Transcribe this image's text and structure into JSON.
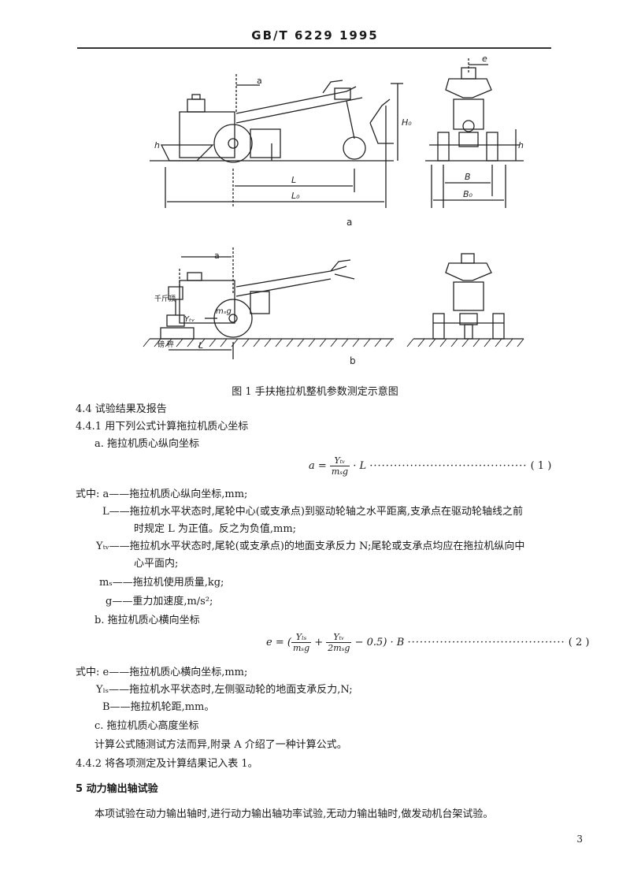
{
  "header": {
    "standard": "GB/T 6229  1995"
  },
  "figure": {
    "sub_a": "a",
    "sub_b": "b",
    "caption": "图 1   手扶拖拉机整机参数测定示意图",
    "labels": {
      "a_top": "a",
      "L": "L",
      "L0": "L₀",
      "H": "H₀",
      "h": "h",
      "e": "e",
      "B": "B",
      "B0": "B₀",
      "b_a": "a",
      "jack": "千斤顶",
      "scale": "磅  秤",
      "Ytw": "Yₜᵥ",
      "mg": "mₛg",
      "bL": "L"
    }
  },
  "section_4_4": "4.4   试验结果及报告",
  "section_4_4_1": "4.4.1   用下列公式计算拖拉机质心坐标",
  "item_a": "a.   拖拉机质心纵向坐标",
  "formula1": {
    "lhs": "a = ",
    "num": "Yₜᵥ",
    "den": "mₛg",
    "rhs": " · L",
    "dots": "·······································",
    "no": "( 1 )"
  },
  "where1": [
    {
      "sym": "式中: a——",
      "text": "拖拉机质心纵向坐标,mm;"
    },
    {
      "sym": "L——",
      "text": "拖拉机水平状态时,尾轮中心(或支承点)到驱动轮轴之水平距离,支承点在驱动轮轴线之前"
    },
    {
      "sym": "",
      "text": "时规定 L 为正值。反之为负值,mm;"
    },
    {
      "sym": "Yₜᵥ——",
      "text": "拖拉机水平状态时,尾轮(或支承点)的地面支承反力 N;尾轮或支承点均应在拖拉机纵向中"
    },
    {
      "sym": "",
      "text": "心平面内;"
    },
    {
      "sym": "mₛ——",
      "text": "拖拉机使用质量,kg;"
    },
    {
      "sym": "g——",
      "text": "重力加速度,m/s²;"
    }
  ],
  "item_b": "b.   拖拉机质心横向坐标",
  "formula2": {
    "lhs": "e = (",
    "num1": "Yₗₛ",
    "den1": "mₛg",
    "plus": " + ",
    "num2": "Yₜᵥ",
    "den2": "2mₛg",
    "rhs": " − 0.5) · B",
    "dots": "·······································",
    "no": "( 2 )"
  },
  "where2": [
    {
      "sym": "式中: e——",
      "text": "拖拉机质心横向坐标,mm;"
    },
    {
      "sym": "Yₗₛ——",
      "text": "拖拉机水平状态时,左侧驱动轮的地面支承反力,N;"
    },
    {
      "sym": "B——",
      "text": "拖拉机轮距,mm。"
    }
  ],
  "item_c": "c.   拖拉机质心高度坐标",
  "note_c": "计算公式随测试方法而异,附录 A 介绍了一种计算公式。",
  "section_4_4_2": "4.4.2   将各项测定及计算结果记入表 1。",
  "section_5": "5   动力输出轴试验",
  "para_5": "本项试验在动力输出轴时,进行动力输出轴功率试验,无动力输出轴时,做发动机台架试验。",
  "page_number": "3"
}
